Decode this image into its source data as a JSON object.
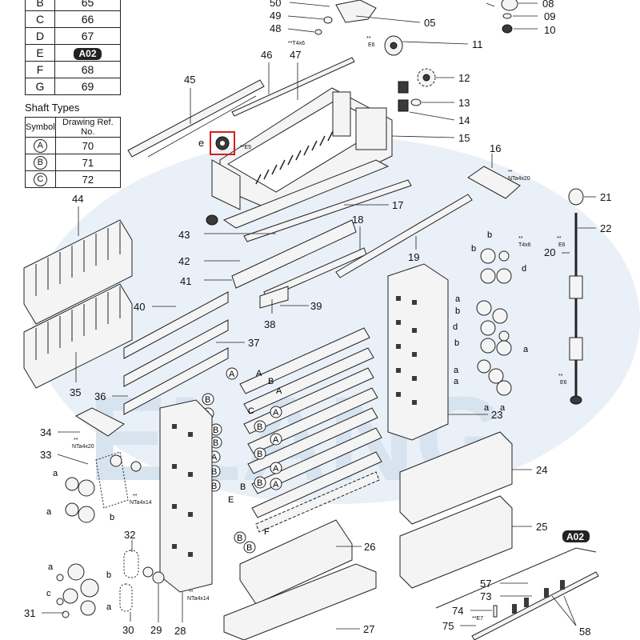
{
  "letter_table": {
    "rows": [
      {
        "letter": "B",
        "ref": "65",
        "badge": false
      },
      {
        "letter": "C",
        "ref": "66",
        "badge": false
      },
      {
        "letter": "D",
        "ref": "67",
        "badge": false
      },
      {
        "letter": "E",
        "ref": "A02",
        "badge": true
      },
      {
        "letter": "F",
        "ref": "68",
        "badge": false
      },
      {
        "letter": "G",
        "ref": "69",
        "badge": false
      }
    ]
  },
  "shaft_types": {
    "title": "Shaft Types",
    "header_symbol": "Symbol",
    "header_ref": "Drawing Ref. No.",
    "rows": [
      {
        "symbol": "A",
        "ref": "70"
      },
      {
        "symbol": "B",
        "ref": "71"
      },
      {
        "symbol": "C",
        "ref": "72"
      }
    ]
  },
  "watermark": "ELANG",
  "badge_label": "A02",
  "e_label": "e",
  "part_numbers": {
    "p05": "05",
    "p08": "08",
    "p09": "09",
    "p10": "10",
    "p11": "11",
    "p12": "12",
    "p13": "13",
    "p14": "14",
    "p15": "15",
    "p16": "16",
    "p17": "17",
    "p18": "18",
    "p19": "19",
    "p20": "20",
    "p21": "21",
    "p22": "22",
    "p23": "23",
    "p24": "24",
    "p25": "25",
    "p26": "26",
    "p27": "27",
    "p28": "28",
    "p29": "29",
    "p30": "30",
    "p31": "31",
    "p32": "32",
    "p33": "33",
    "p34": "34",
    "p35": "35",
    "p36": "36",
    "p37": "37",
    "p38": "38",
    "p39": "39",
    "p40": "40",
    "p41": "41",
    "p42": "42",
    "p43": "43",
    "p44": "44",
    "p45": "45",
    "p46": "46",
    "p47": "47",
    "p48": "48",
    "p49": "49",
    "p50": "50",
    "p57": "57",
    "p58": "58",
    "p73": "73",
    "p74": "74",
    "p75": "75"
  },
  "fastener_notes": {
    "t4x6_a": "**T4x6",
    "e6_a": "**",
    "e6_a2": "E6",
    "e5": "**E5",
    "nta4x20_a": "**",
    "nta4x20_a2": "NTa4x20",
    "t4x6_b": "**",
    "t4x6_b2": "T4x6",
    "e6_b": "**",
    "e6_b2": "E6",
    "e6_c": "**",
    "e6_c2": "E6",
    "e6_d": "**",
    "e6_d2": "E6",
    "nta4x20_b": "**",
    "nta4x20_b2": "NTa4x20",
    "nta4x14_a": "**",
    "nta4x14_a2": "NTa4x14",
    "nta4x14_b": "**",
    "nta4x14_b2": "NTa4x14",
    "e7": "**E7"
  },
  "gear_letters": {
    "a": "a",
    "b": "b",
    "c": "c",
    "d": "d"
  },
  "shaft_letters": {
    "A": "A",
    "B": "B",
    "C": "C",
    "E": "E",
    "F": "F"
  }
}
